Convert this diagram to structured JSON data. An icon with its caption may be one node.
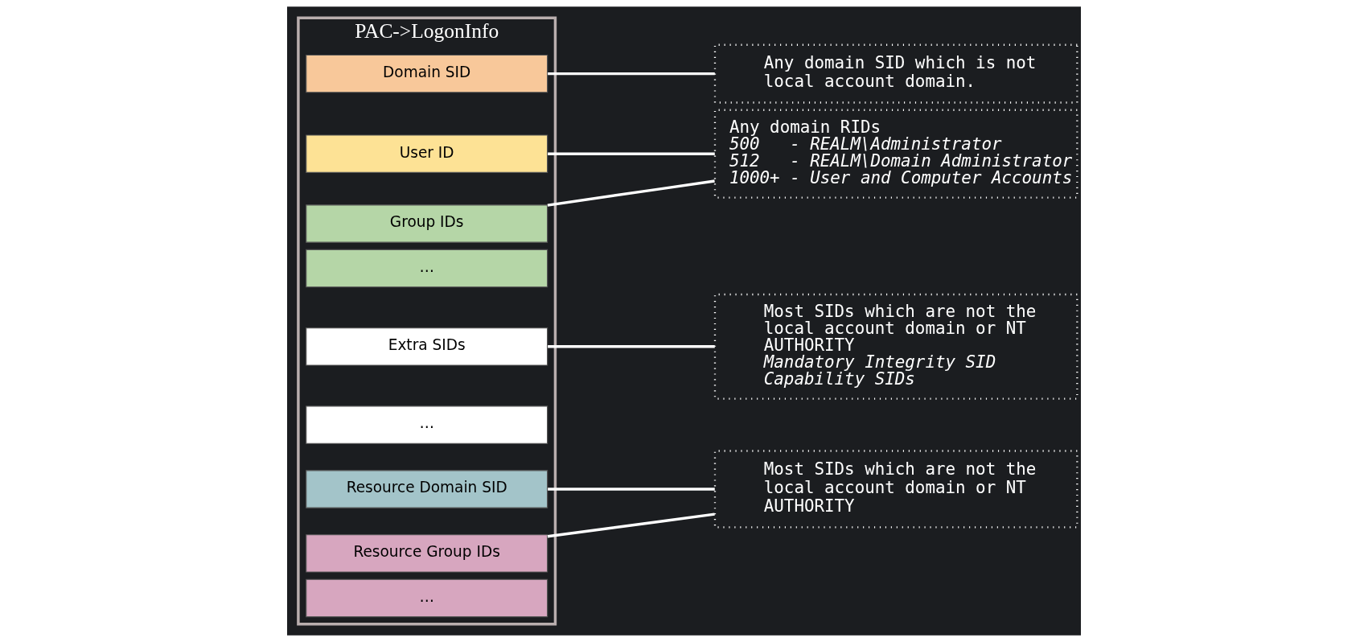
{
  "diagram": {
    "nodes": [
      {
        "text": [
          "PAC->LogonInfo"
        ]
      },
      {
        "text": [
          "Domain SID"
        ],
        "in": 0
      },
      {
        "text": [
          "User ID"
        ],
        "in": 0
      },
      {
        "text": [
          "Group IDs"
        ],
        "in": 0
      },
      {
        "text": [
          "…"
        ],
        "in": 0
      },
      {
        "text": [
          "Extra SIDs"
        ],
        "in": 0
      },
      {
        "text": [
          "…"
        ],
        "in": 0
      },
      {
        "text": [
          "Resource Domain SID"
        ],
        "in": 0
      },
      {
        "text": [
          "Resource Group IDs"
        ],
        "in": 0
      },
      {
        "text": [
          "…"
        ],
        "in": 0
      },
      {
        "text": [
          "Any domain SID which is not local account domain."
        ]
      },
      {
        "text": [
          "Any domain RIDs",
          "*500   - REALM\\Administrator*",
          "*512   - REALM\\Domain Administrator*",
          "*1000+ - User and Computer Accounts*"
        ]
      },
      {
        "text": [
          "Most SIDs which are not the local account domain or NT AUTHORITY",
          "*Mandatory Integrity SID*",
          "*Capability SIDs*"
        ]
      },
      {
        "text": [
          "Most SIDs which are not the local account domain or NT AUTHORITY"
        ]
      }
    ],
    "edges": [
      {
        "from": 1,
        "to": 10,
        "arrow": "none"
      },
      {
        "from": 2,
        "to": 11,
        "arrow": "none"
      },
      {
        "from": 3,
        "to": 11,
        "arrow": "none"
      },
      {
        "from": 5,
        "to": 12,
        "arrow": "none"
      },
      {
        "from": 7,
        "to": 13,
        "arrow": "none"
      },
      {
        "from": 8,
        "to": 13,
        "arrow": "none"
      }
    ]
  }
}
